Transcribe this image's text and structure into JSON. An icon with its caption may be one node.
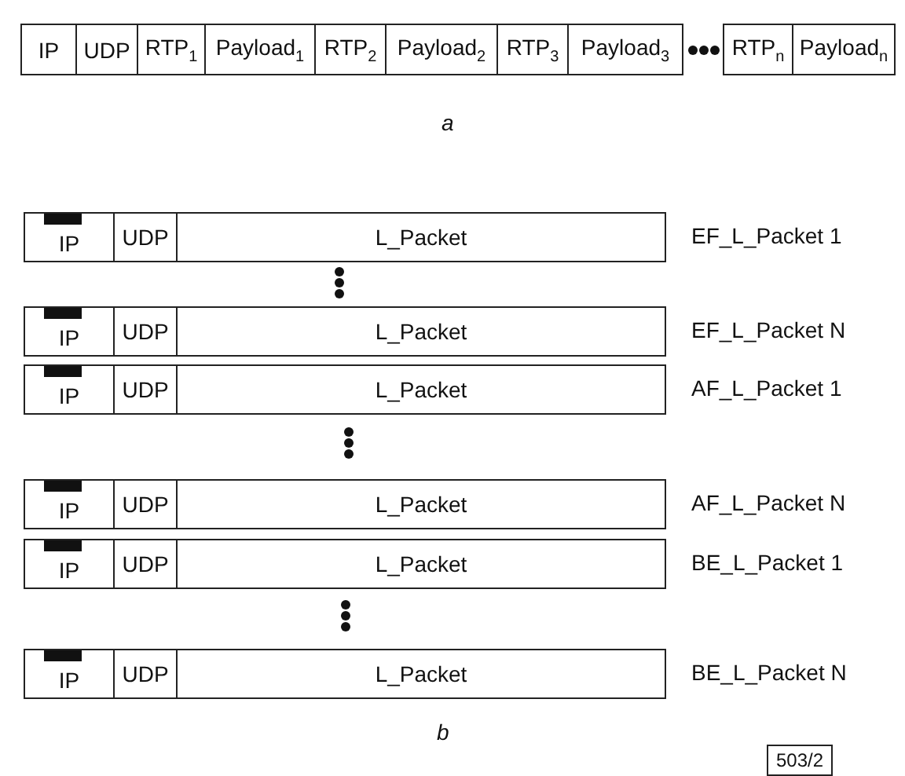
{
  "diagram": {
    "nodes": [
      {
        "text": [
          "IP"
        ]
      },
      {
        "text": [
          "UDP"
        ]
      },
      {
        "text": [
          "RTP$_{1}$"
        ]
      },
      {
        "text": [
          "Payload$_{1}$"
        ]
      },
      {
        "text": [
          "RTP$_{2}$"
        ]
      },
      {
        "text": [
          "Payload$_{2}$"
        ]
      },
      {
        "text": [
          "RTP$_{3}$"
        ]
      },
      {
        "text": [
          "Payload$_{3}$"
        ]
      },
      {
        "text": [
          "RTP$_{n}$"
        ]
      },
      {
        "text": [
          "Payload$_{n}$"
        ]
      },
      {
        "text": [],
        "shape": "box",
        "beside": [
          "EF_L_Packet 1"
        ]
      },
      {
        "text": [
          "IP"
        ],
        "in": 10
      },
      {
        "text": [
          "UDP"
        ],
        "in": 10
      },
      {
        "text": [
          "L_Packet"
        ],
        "in": 10
      },
      {
        "text": [],
        "shape": "box",
        "beside": [
          "EF_L_Packet N"
        ]
      },
      {
        "text": [
          "IP"
        ],
        "in": 14
      },
      {
        "text": [
          "UDP"
        ],
        "in": 14
      },
      {
        "text": [
          "L_Packet"
        ],
        "in": 14
      },
      {
        "text": [],
        "shape": "box",
        "beside": [
          "AF_L_Packet 1"
        ]
      },
      {
        "text": [
          "IP"
        ],
        "in": 18
      },
      {
        "text": [
          "UDP"
        ],
        "in": 18
      },
      {
        "text": [
          "L_Packet"
        ],
        "in": 18
      },
      {
        "text": [],
        "shape": "box",
        "beside": [
          "AF_L_Packet N"
        ]
      },
      {
        "text": [
          "IP"
        ],
        "in": 22
      },
      {
        "text": [
          "UDP"
        ],
        "in": 22
      },
      {
        "text": [
          "L_Packet"
        ],
        "in": 22
      },
      {
        "text": [],
        "shape": "box",
        "beside": [
          "BE_L_Packet 1"
        ]
      },
      {
        "text": [
          "IP"
        ],
        "in": 26
      },
      {
        "text": [
          "UDP"
        ],
        "in": 26
      },
      {
        "text": [
          "L_Packet"
        ],
        "in": 26
      },
      {
        "text": [],
        "shape": "box",
        "beside": [
          "BE_L_Packet N"
        ]
      },
      {
        "text": [
          "IP"
        ],
        "in": 30
      },
      {
        "text": [
          "UDP"
        ],
        "in": 30
      },
      {
        "text": [
          "L_Packet"
        ],
        "in": 30
      },
      {
        "text": [
          "503/2"
        ]
      }
    ],
    "labels": [
      "a",
      "b"
    ]
  }
}
